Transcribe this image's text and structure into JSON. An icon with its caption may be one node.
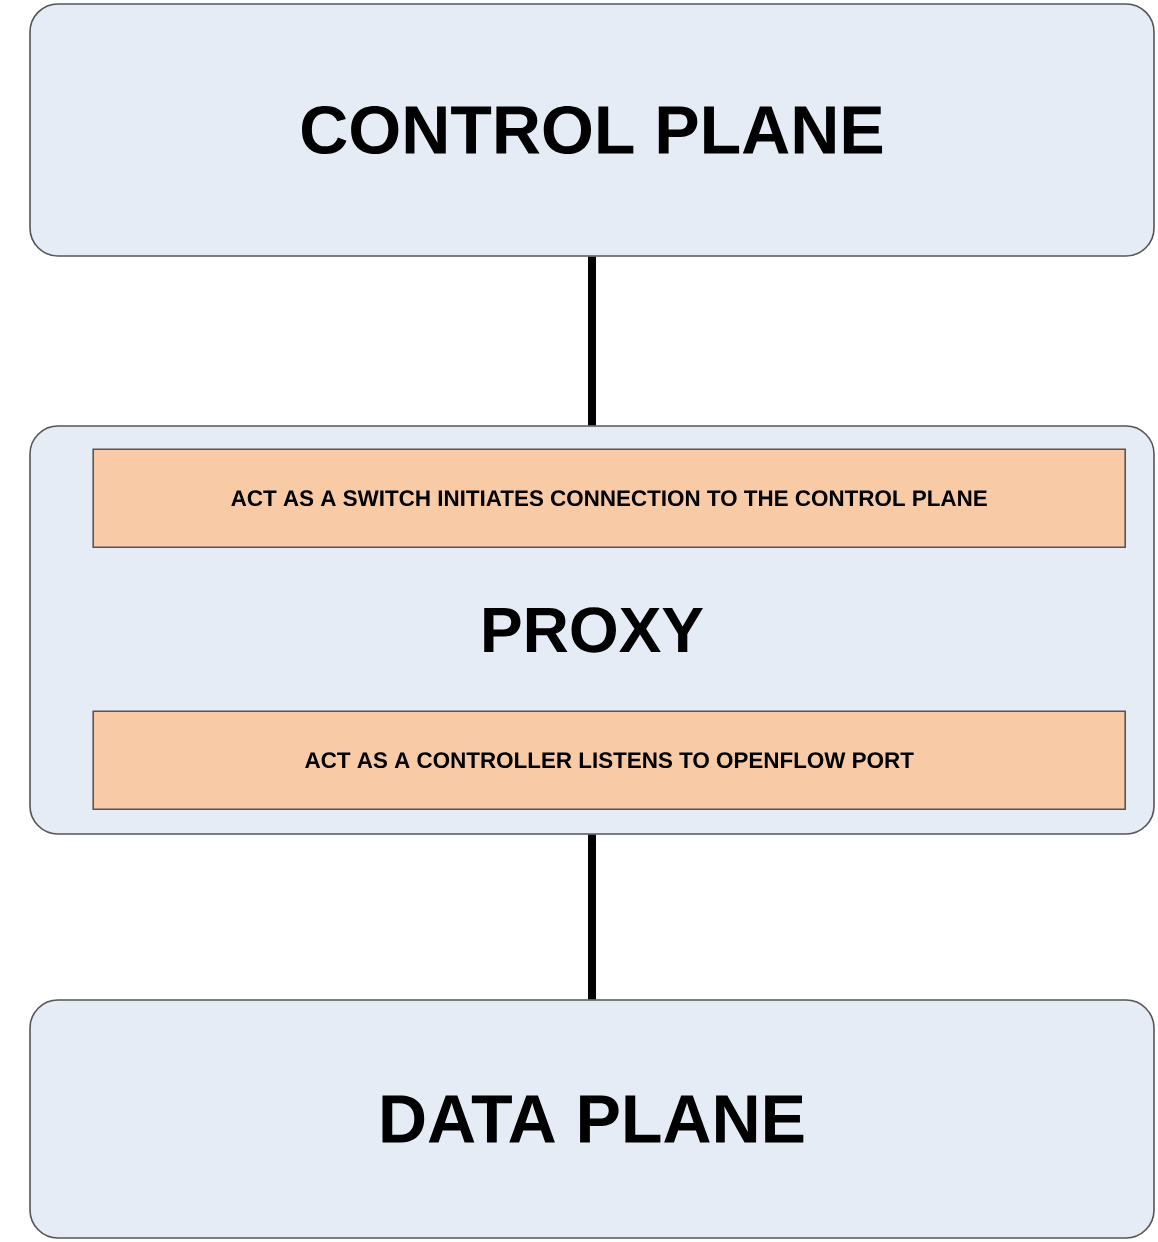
{
  "diagram": {
    "nodes": [
      {
        "text": [
          "CONTROL PLANE"
        ]
      },
      {
        "text": [
          "PROXY"
        ]
      },
      {
        "text": [
          "ACT AS A SWITCH INITIATES CONNECTION TO THE CONTROL PLANE"
        ],
        "in": 1
      },
      {
        "text": [
          "ACT AS A CONTROLLER LISTENS TO OPENFLOW PORT"
        ],
        "in": 1
      },
      {
        "text": [
          "DATA PLANE"
        ]
      }
    ],
    "edges": [
      {
        "from": 0,
        "to": 1,
        "arrow": "none"
      },
      {
        "from": 1,
        "to": 4,
        "arrow": "none"
      }
    ]
  }
}
